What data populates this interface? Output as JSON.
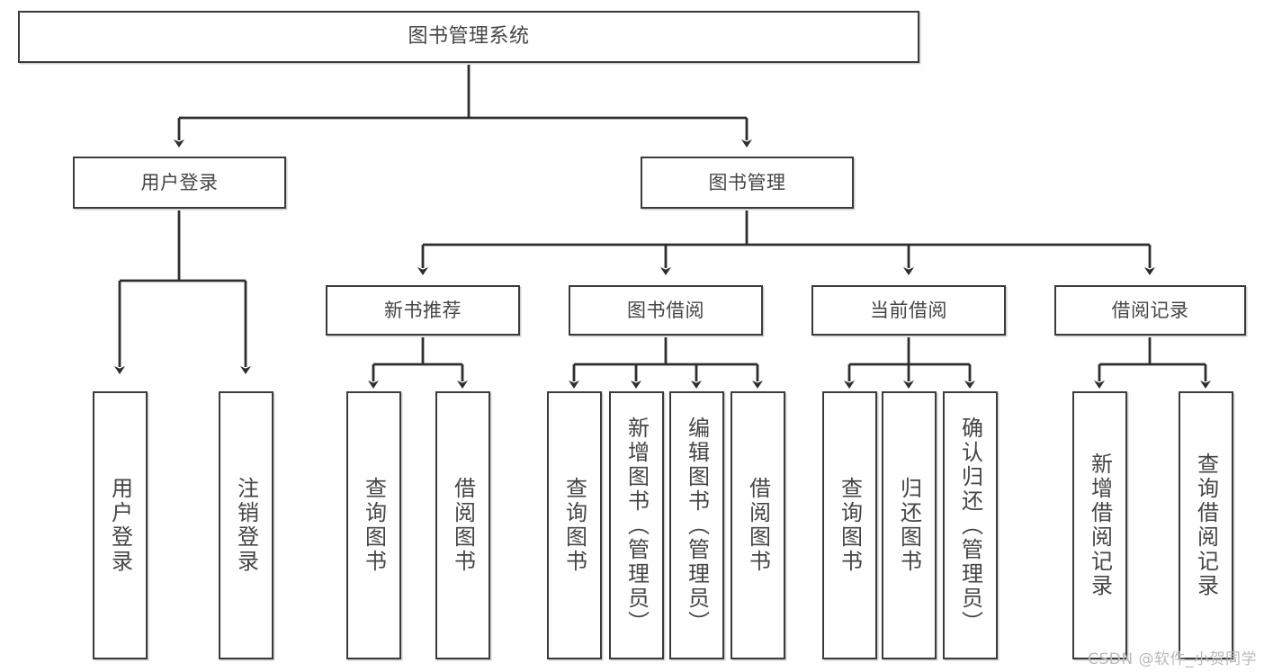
{
  "diagram": {
    "type": "tree",
    "title": "图书管理系统",
    "root": {
      "id": "root",
      "label": "图书管理系统"
    },
    "level1": [
      {
        "id": "user-login",
        "label": "用户登录"
      },
      {
        "id": "book-manage",
        "label": "图书管理"
      }
    ],
    "level2": [
      {
        "id": "new-book-rec",
        "label": "新书推荐",
        "parent": "book-manage"
      },
      {
        "id": "book-borrow",
        "label": "图书借阅",
        "parent": "book-manage"
      },
      {
        "id": "current-borrow",
        "label": "当前借阅",
        "parent": "book-manage"
      },
      {
        "id": "borrow-record",
        "label": "借阅记录",
        "parent": "book-manage"
      }
    ],
    "leaves": [
      {
        "id": "leaf-user-login",
        "label": "用户登录",
        "parent": "user-login"
      },
      {
        "id": "leaf-user-logout",
        "label": "注销登录",
        "parent": "user-login"
      },
      {
        "id": "leaf-query-book-1",
        "label": "查询图书",
        "parent": "new-book-rec"
      },
      {
        "id": "leaf-borrow-book-1",
        "label": "借阅图书",
        "parent": "new-book-rec"
      },
      {
        "id": "leaf-query-book-2",
        "label": "查询图书",
        "parent": "book-borrow"
      },
      {
        "id": "leaf-add-book",
        "label": "新增图书（管理员）",
        "parent": "book-borrow"
      },
      {
        "id": "leaf-edit-book",
        "label": "编辑图书（管理员）",
        "parent": "book-borrow"
      },
      {
        "id": "leaf-borrow-book-2",
        "label": "借阅图书",
        "parent": "book-borrow"
      },
      {
        "id": "leaf-query-book-3",
        "label": "查询图书",
        "parent": "current-borrow"
      },
      {
        "id": "leaf-return-book",
        "label": "归还图书",
        "parent": "current-borrow"
      },
      {
        "id": "leaf-confirm-return",
        "label": "确认归还（管理员）",
        "parent": "current-borrow"
      },
      {
        "id": "leaf-add-record",
        "label": "新增借阅记录",
        "parent": "borrow-record"
      },
      {
        "id": "leaf-query-record",
        "label": "查询借阅记录",
        "parent": "borrow-record"
      }
    ],
    "watermark": "CSDN @软件_小贺同学",
    "colors": {
      "box_border": "#3b3b3b",
      "box_fill": "#ffffff",
      "text": "#454545",
      "edge": "#2e2e2e",
      "watermark": "#b9b9b9",
      "background": "#ffffff"
    }
  }
}
